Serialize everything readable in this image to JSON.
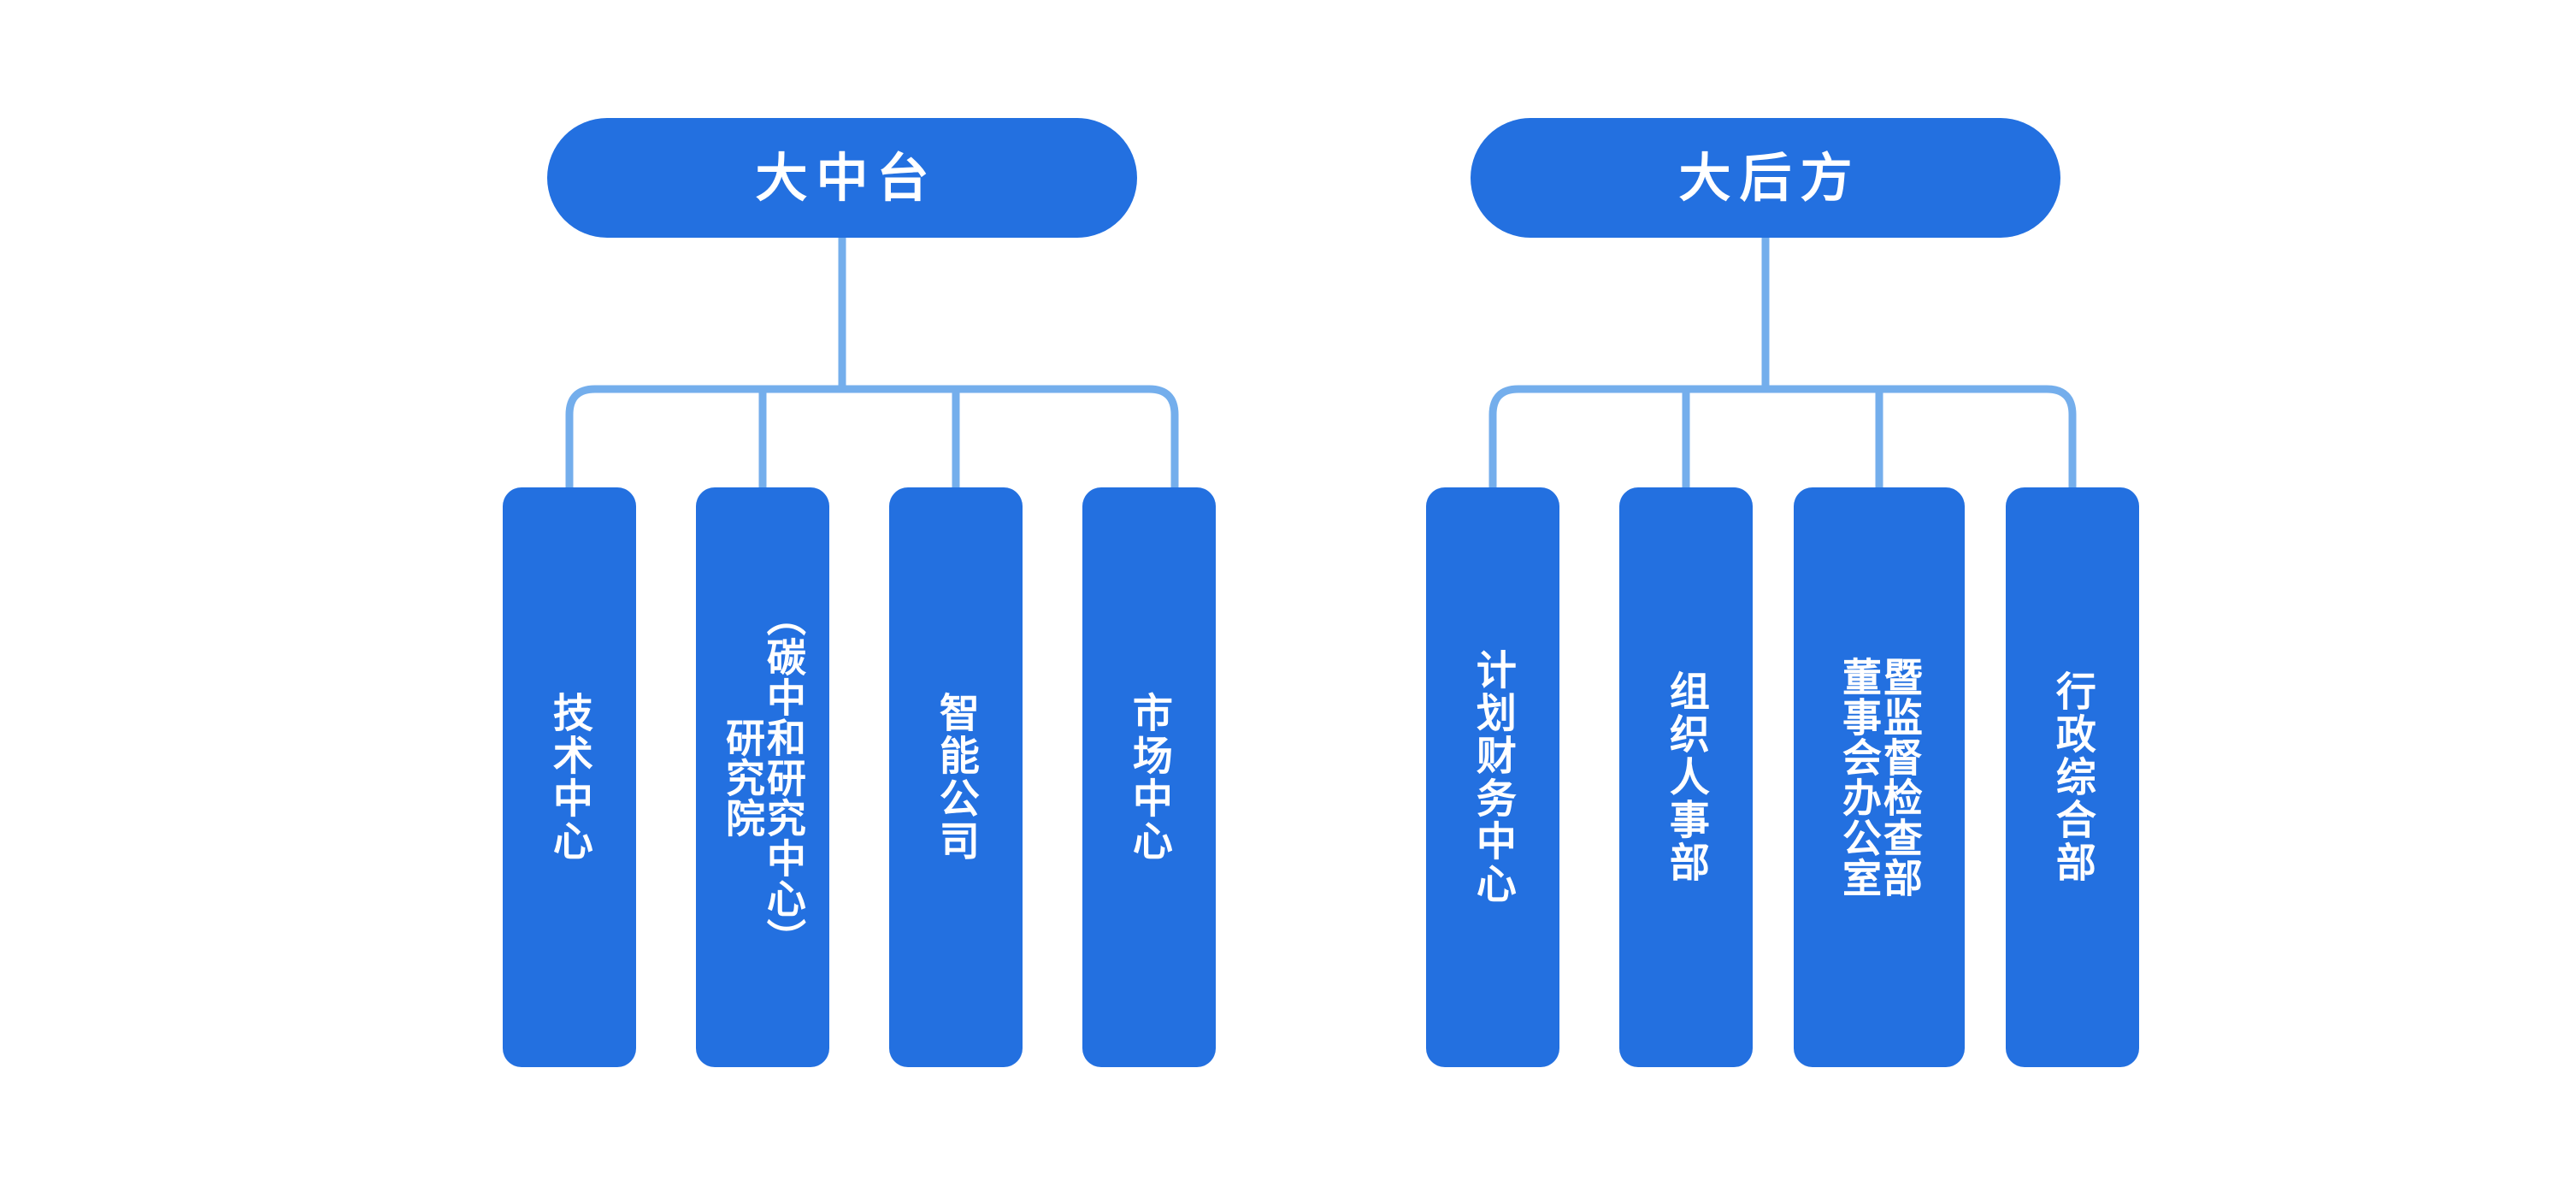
{
  "diagram": {
    "title": "组织架构图",
    "type": "org-chart",
    "background_color": "#ffffff",
    "node_color": "#2370e0",
    "connector_color": "#74aeec",
    "text_color": "#ffffff"
  },
  "groups": [
    {
      "id": "zhong-tai",
      "root": {
        "label": "大中台"
      },
      "children": [
        {
          "label": "技术中心"
        },
        {
          "label": "研究院（碳中和研究中心）",
          "lines": [
            "（碳中和研究中心）",
            "研究院"
          ]
        },
        {
          "label": "智能公司"
        },
        {
          "label": "市场中心"
        }
      ]
    },
    {
      "id": "hou-fang",
      "root": {
        "label": "大后方"
      },
      "children": [
        {
          "label": "计划财务中心"
        },
        {
          "label": "组织人事部"
        },
        {
          "label": "董事会办公室暨监督检查部",
          "lines": [
            "暨监督检查部",
            "董事会办公室"
          ]
        },
        {
          "label": "行政综合部"
        }
      ]
    }
  ]
}
